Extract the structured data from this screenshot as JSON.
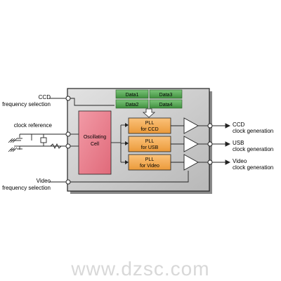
{
  "inputs": {
    "ccd_freq_line1": "CCD",
    "ccd_freq_line2": "frequency selection",
    "clock_ref": "clock reference",
    "video_freq_line1": "Video",
    "video_freq_line2": "frequency selection"
  },
  "data_blocks": [
    "Data1",
    "Data3",
    "Data2",
    "Data4"
  ],
  "oscillating_cell": {
    "line1": "Oscillating",
    "line2": "Cell"
  },
  "plls": [
    {
      "line1": "PLL",
      "line2": "for CCD"
    },
    {
      "line1": "PLL",
      "line2": "for USB"
    },
    {
      "line1": "PLL",
      "line2": "for Video"
    }
  ],
  "outputs": [
    {
      "line1": "CCD",
      "line2": "clock generation"
    },
    {
      "line1": "USB",
      "line2": "clock generation"
    },
    {
      "line1": "Video",
      "line2": "clock generation"
    }
  ],
  "watermark": "www.dzsc.com",
  "colors": {
    "chip_bg": "#c9c9c9",
    "data_block": "#5cab5a",
    "pll_block": "#f5b25a",
    "oscillator": "#ea8592",
    "watermark": "#d8d8d8"
  }
}
